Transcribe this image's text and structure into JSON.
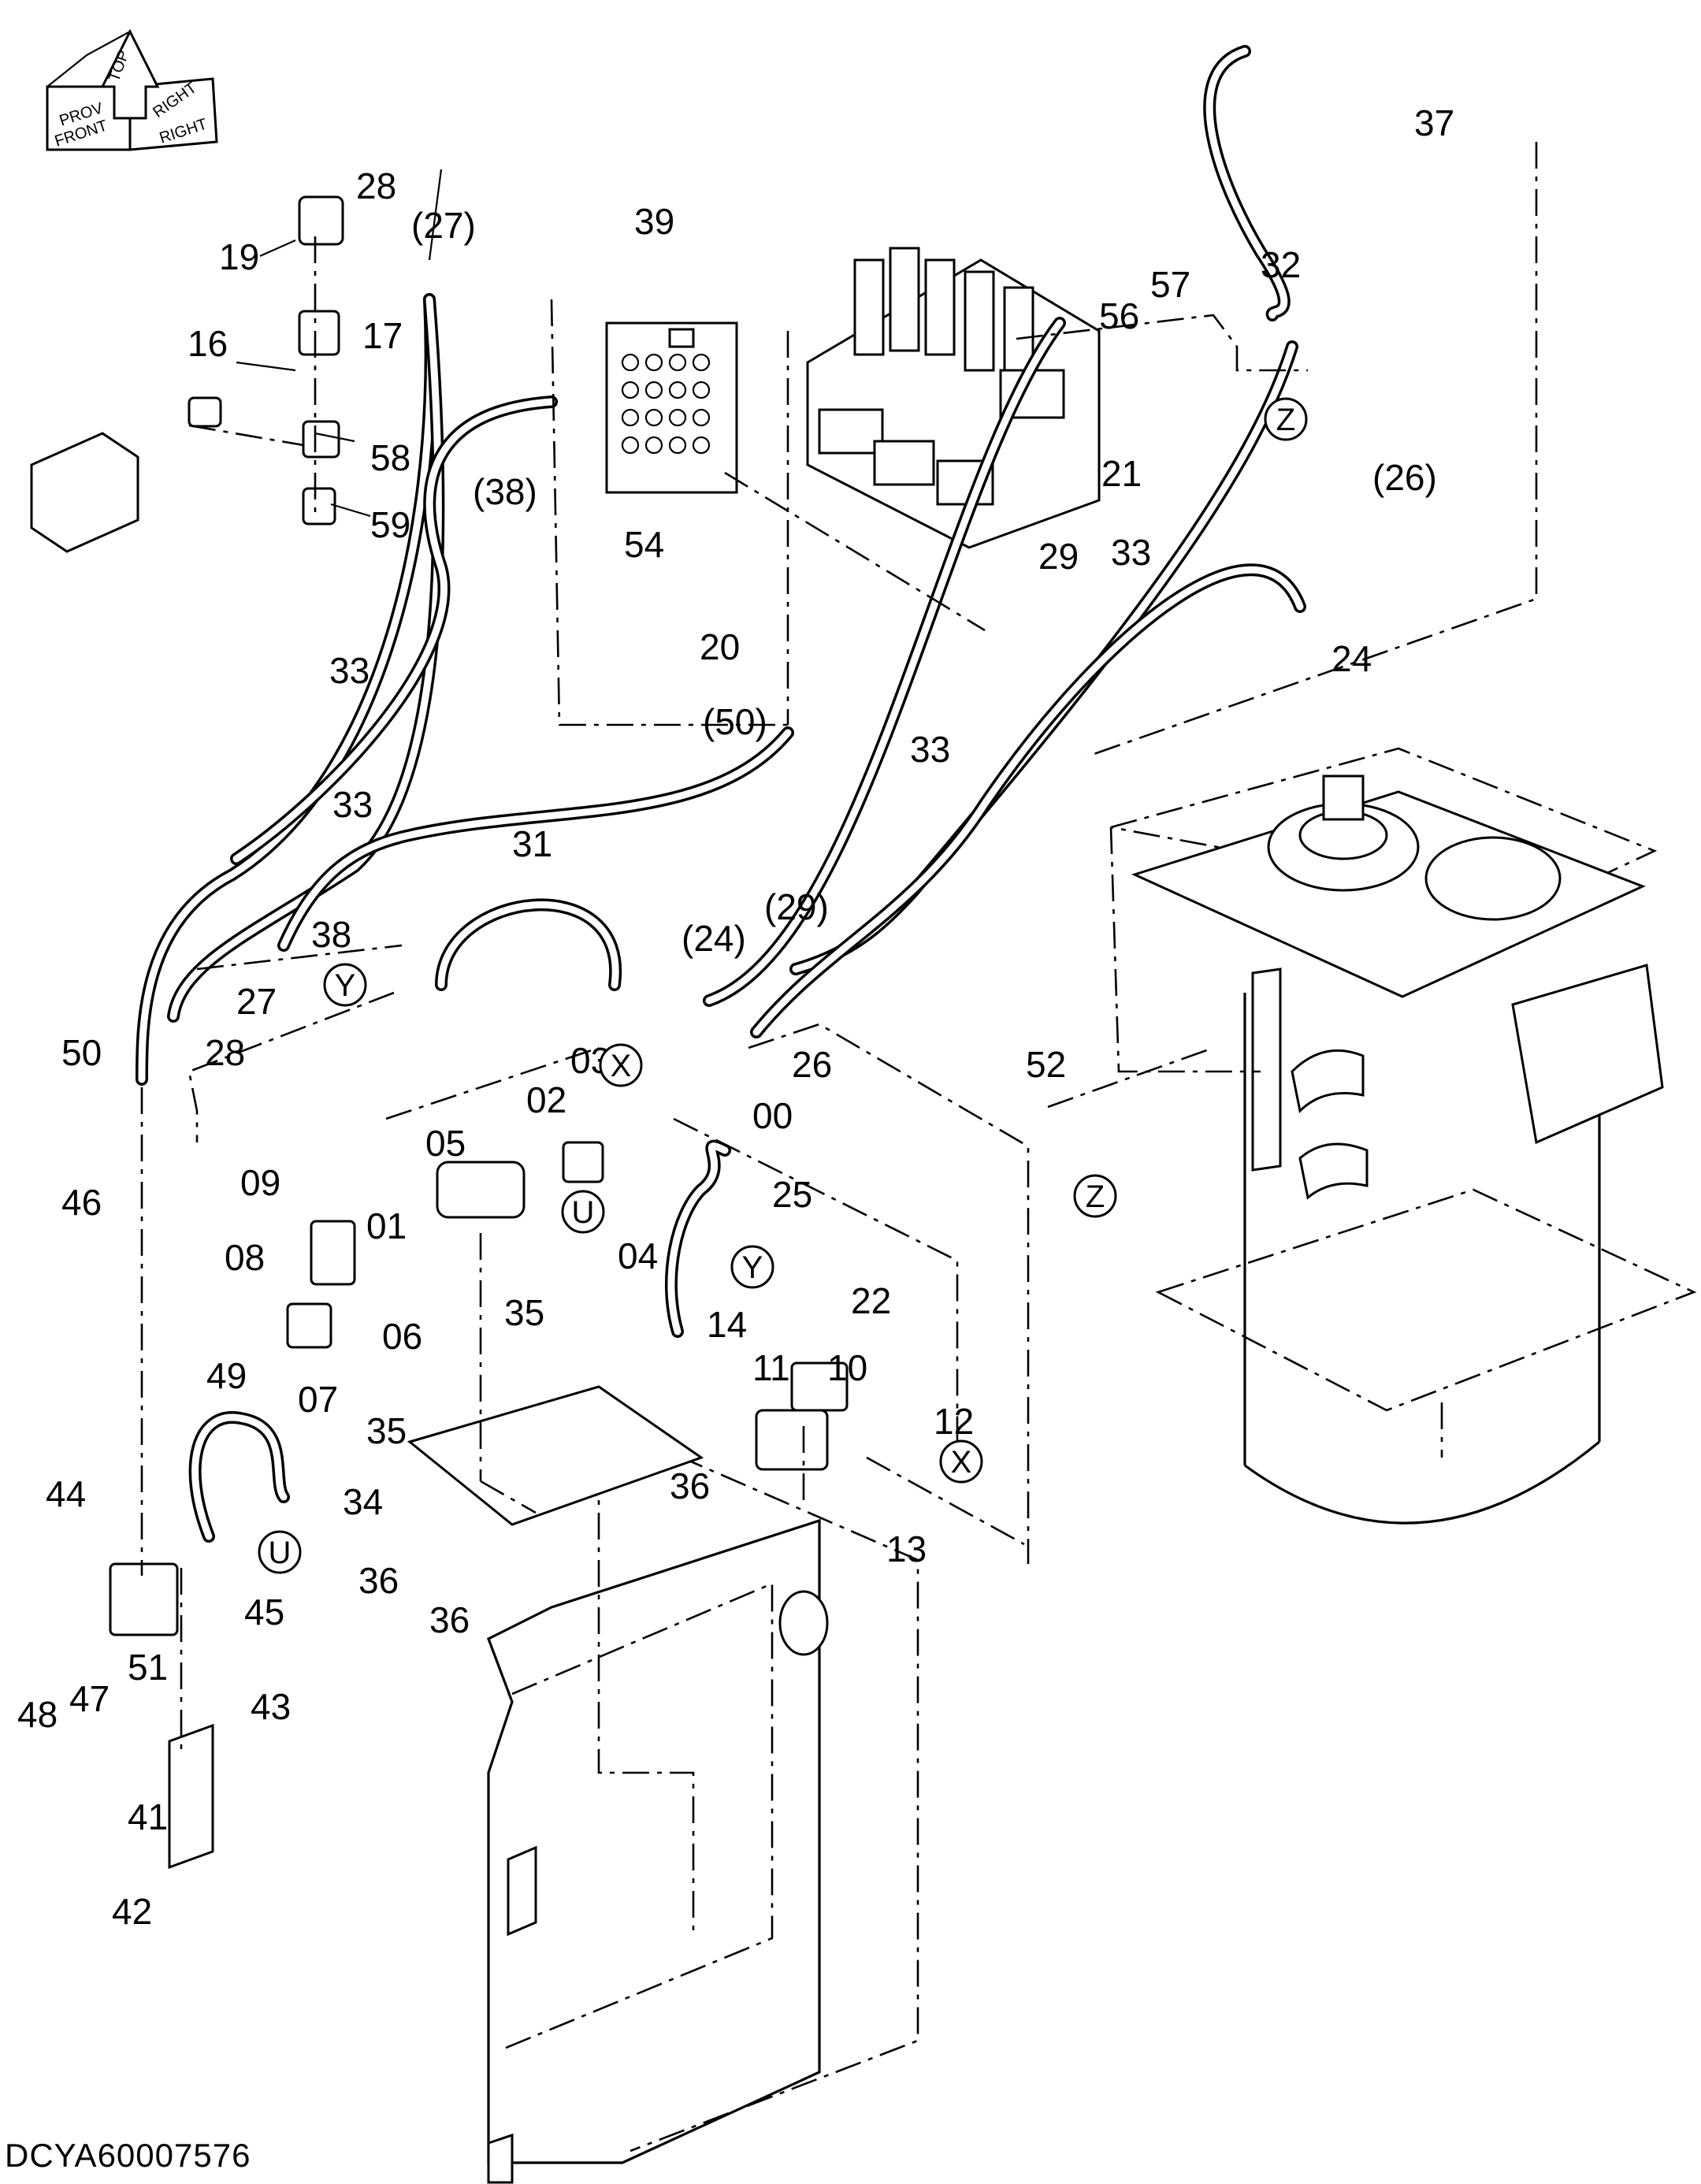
{
  "document_code": "DCYA60007576",
  "orientation": {
    "labels": [
      "PROV",
      "TOP",
      "RIGHT",
      "FRONT",
      "RIGHT"
    ]
  },
  "callouts": [
    {
      "id": "c00",
      "text": "00"
    },
    {
      "id": "c01",
      "text": "01"
    },
    {
      "id": "c02",
      "text": "02"
    },
    {
      "id": "c03",
      "text": "03"
    },
    {
      "id": "c04",
      "text": "04"
    },
    {
      "id": "c05",
      "text": "05"
    },
    {
      "id": "c06",
      "text": "06"
    },
    {
      "id": "c07",
      "text": "07"
    },
    {
      "id": "c08",
      "text": "08"
    },
    {
      "id": "c09",
      "text": "09"
    },
    {
      "id": "c10",
      "text": "10"
    },
    {
      "id": "c11",
      "text": "11"
    },
    {
      "id": "c12",
      "text": "12"
    },
    {
      "id": "c13",
      "text": "13"
    },
    {
      "id": "c14",
      "text": "14"
    },
    {
      "id": "c16",
      "text": "16"
    },
    {
      "id": "c17",
      "text": "17"
    },
    {
      "id": "c19",
      "text": "19"
    },
    {
      "id": "c20",
      "text": "20"
    },
    {
      "id": "c21",
      "text": "21"
    },
    {
      "id": "c22",
      "text": "22"
    },
    {
      "id": "c24",
      "text": "24"
    },
    {
      "id": "c24p",
      "text": "(24)"
    },
    {
      "id": "c25",
      "text": "25"
    },
    {
      "id": "c26",
      "text": "26"
    },
    {
      "id": "c26p",
      "text": "(26)"
    },
    {
      "id": "c27",
      "text": "27"
    },
    {
      "id": "c27p",
      "text": "(27)"
    },
    {
      "id": "c28a",
      "text": "28"
    },
    {
      "id": "c28b",
      "text": "28"
    },
    {
      "id": "c29",
      "text": "29"
    },
    {
      "id": "c29p",
      "text": "(29)"
    },
    {
      "id": "c31",
      "text": "31"
    },
    {
      "id": "c32",
      "text": "32"
    },
    {
      "id": "c33a",
      "text": "33"
    },
    {
      "id": "c33b",
      "text": "33"
    },
    {
      "id": "c33c",
      "text": "33"
    },
    {
      "id": "c33d",
      "text": "33"
    },
    {
      "id": "c34",
      "text": "34"
    },
    {
      "id": "c35a",
      "text": "35"
    },
    {
      "id": "c35b",
      "text": "35"
    },
    {
      "id": "c36a",
      "text": "36"
    },
    {
      "id": "c36b",
      "text": "36"
    },
    {
      "id": "c36c",
      "text": "36"
    },
    {
      "id": "c37",
      "text": "37"
    },
    {
      "id": "c38",
      "text": "38"
    },
    {
      "id": "c38p",
      "text": "(38)"
    },
    {
      "id": "c39",
      "text": "39"
    },
    {
      "id": "c41",
      "text": "41"
    },
    {
      "id": "c42",
      "text": "42"
    },
    {
      "id": "c43",
      "text": "43"
    },
    {
      "id": "c44",
      "text": "44"
    },
    {
      "id": "c45",
      "text": "45"
    },
    {
      "id": "c46",
      "text": "46"
    },
    {
      "id": "c47",
      "text": "47"
    },
    {
      "id": "c48",
      "text": "48"
    },
    {
      "id": "c49",
      "text": "49"
    },
    {
      "id": "c50",
      "text": "50"
    },
    {
      "id": "c50p",
      "text": "(50)"
    },
    {
      "id": "c51",
      "text": "51"
    },
    {
      "id": "c52",
      "text": "52"
    },
    {
      "id": "c54",
      "text": "54"
    },
    {
      "id": "c56",
      "text": "56"
    },
    {
      "id": "c57",
      "text": "57"
    },
    {
      "id": "c58",
      "text": "58"
    },
    {
      "id": "c59",
      "text": "59"
    }
  ],
  "connection_refs": [
    {
      "id": "refY1",
      "text": "Y"
    },
    {
      "id": "refY2",
      "text": "Y"
    },
    {
      "id": "refX1",
      "text": "X"
    },
    {
      "id": "refX2",
      "text": "X"
    },
    {
      "id": "refU1",
      "text": "U"
    },
    {
      "id": "refU2",
      "text": "U"
    },
    {
      "id": "refZ1",
      "text": "Z"
    },
    {
      "id": "refZ2",
      "text": "Z"
    }
  ]
}
